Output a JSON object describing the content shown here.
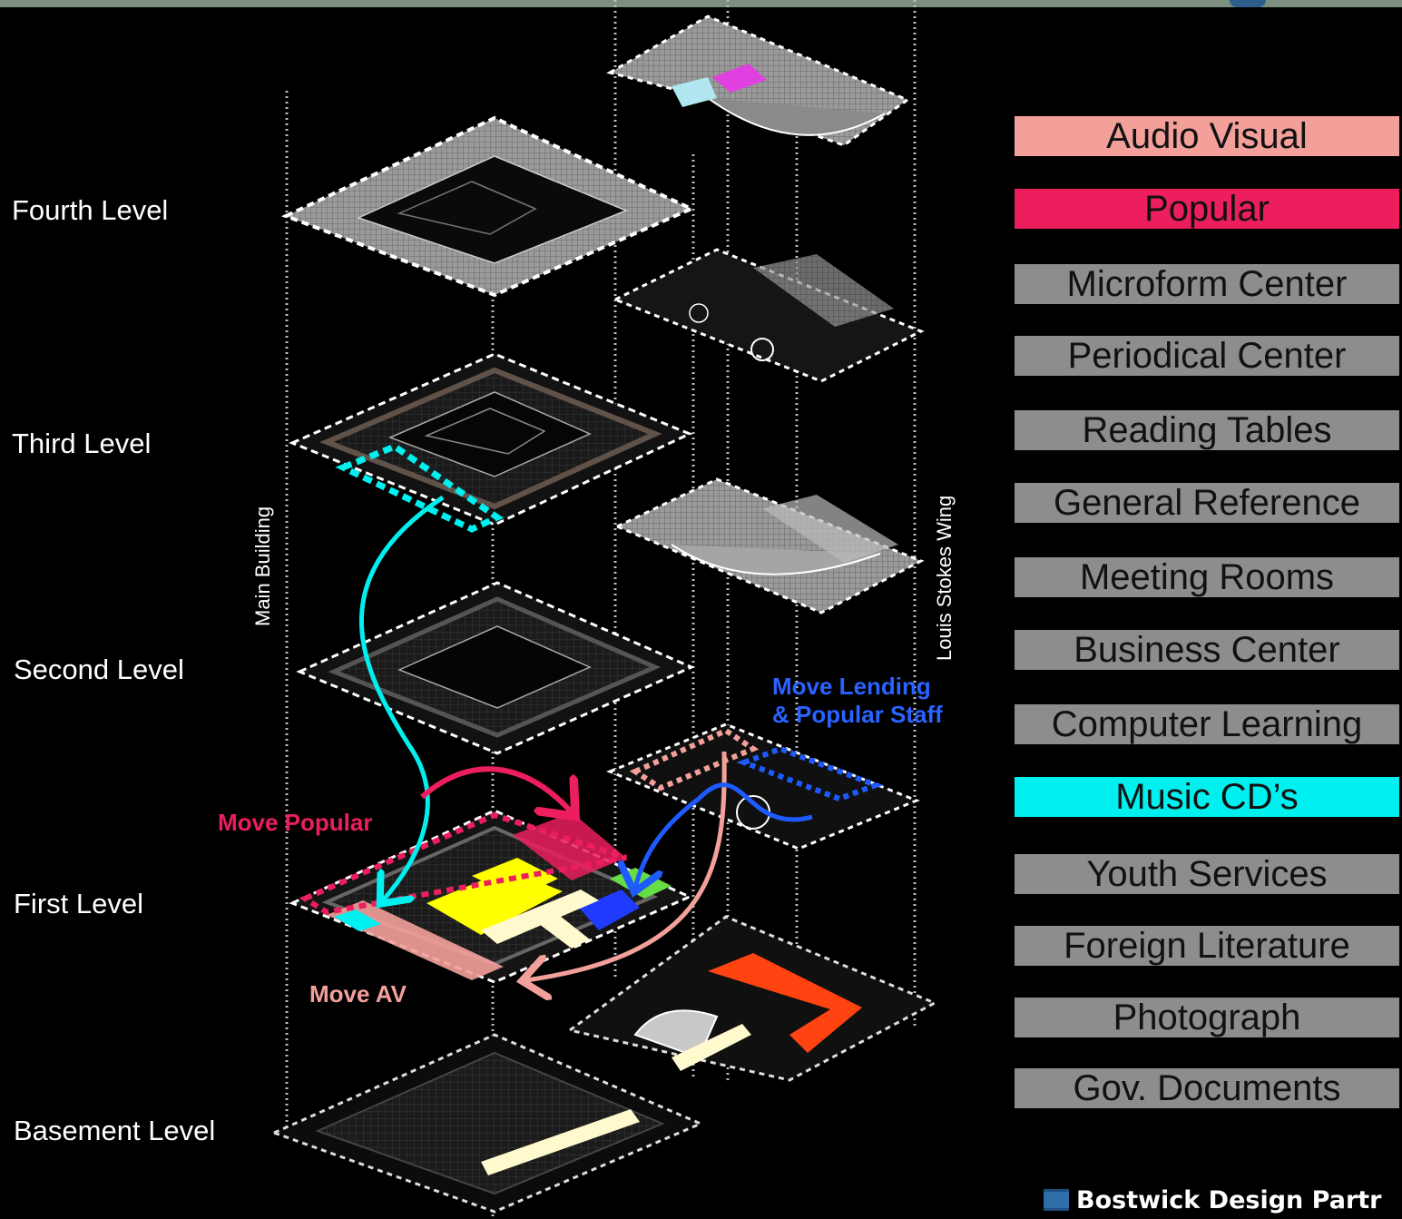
{
  "levels": {
    "fourth": "Fourth Level",
    "third": "Third Level",
    "second": "Second Level",
    "first": "First Level",
    "basement": "Basement Level"
  },
  "building_labels": {
    "main": "Main Building",
    "wing": "Louis Stokes Wing"
  },
  "annotations": {
    "move_popular": "Move Popular",
    "move_av": "Move AV",
    "move_lending_line1": "Move Lending",
    "move_lending_line2": "& Popular Staff"
  },
  "legend": [
    {
      "label": "Audio Visual",
      "color": "#f4a09a"
    },
    {
      "label": "Popular",
      "color": "#ec1e5e"
    },
    {
      "label": "Microform Center",
      "color": "#8d8d8d"
    },
    {
      "label": "Periodical Center",
      "color": "#8d8d8d"
    },
    {
      "label": "Reading Tables",
      "color": "#8d8d8d"
    },
    {
      "label": "General Reference",
      "color": "#8d8d8d"
    },
    {
      "label": "Meeting Rooms",
      "color": "#8d8d8d"
    },
    {
      "label": "Business Center",
      "color": "#8d8d8d"
    },
    {
      "label": "Computer Learning",
      "color": "#8d8d8d"
    },
    {
      "label": "Music CD’s",
      "color": "#00f0f0"
    },
    {
      "label": "Youth Services",
      "color": "#8d8d8d"
    },
    {
      "label": "Foreign Literature",
      "color": "#8d8d8d"
    },
    {
      "label": "Photograph",
      "color": "#8d8d8d"
    },
    {
      "label": "Gov. Documents",
      "color": "#8d8d8d"
    }
  ],
  "colors": {
    "popular": "#ec1e5e",
    "audio_visual": "#f4a09a",
    "music_cd": "#00f0f0",
    "lending": "#1e5bff"
  },
  "logo": {
    "text": "Bostwick Design Partr"
  }
}
